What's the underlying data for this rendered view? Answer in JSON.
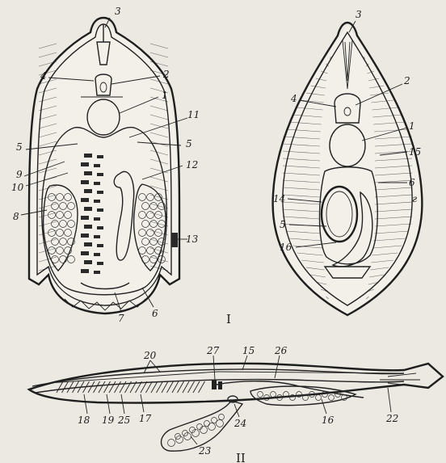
{
  "figure": {
    "section_I": "I",
    "section_II": "II",
    "left_labels": [
      "3",
      "4",
      "2",
      "1",
      "11",
      "5",
      "5",
      "9",
      "10",
      "12",
      "8",
      "13",
      "7",
      "6"
    ],
    "right_labels": [
      "3",
      "2",
      "4",
      "1",
      "15",
      "6",
      "14",
      "5",
      "16",
      "г"
    ],
    "bottom_labels": [
      "20",
      "27",
      "15",
      "26",
      "18",
      "19",
      "25",
      "17",
      "24",
      "16",
      "22",
      "23"
    ],
    "colors": {
      "ink": "#1e1e1e",
      "paper": "#ece8e2"
    }
  }
}
